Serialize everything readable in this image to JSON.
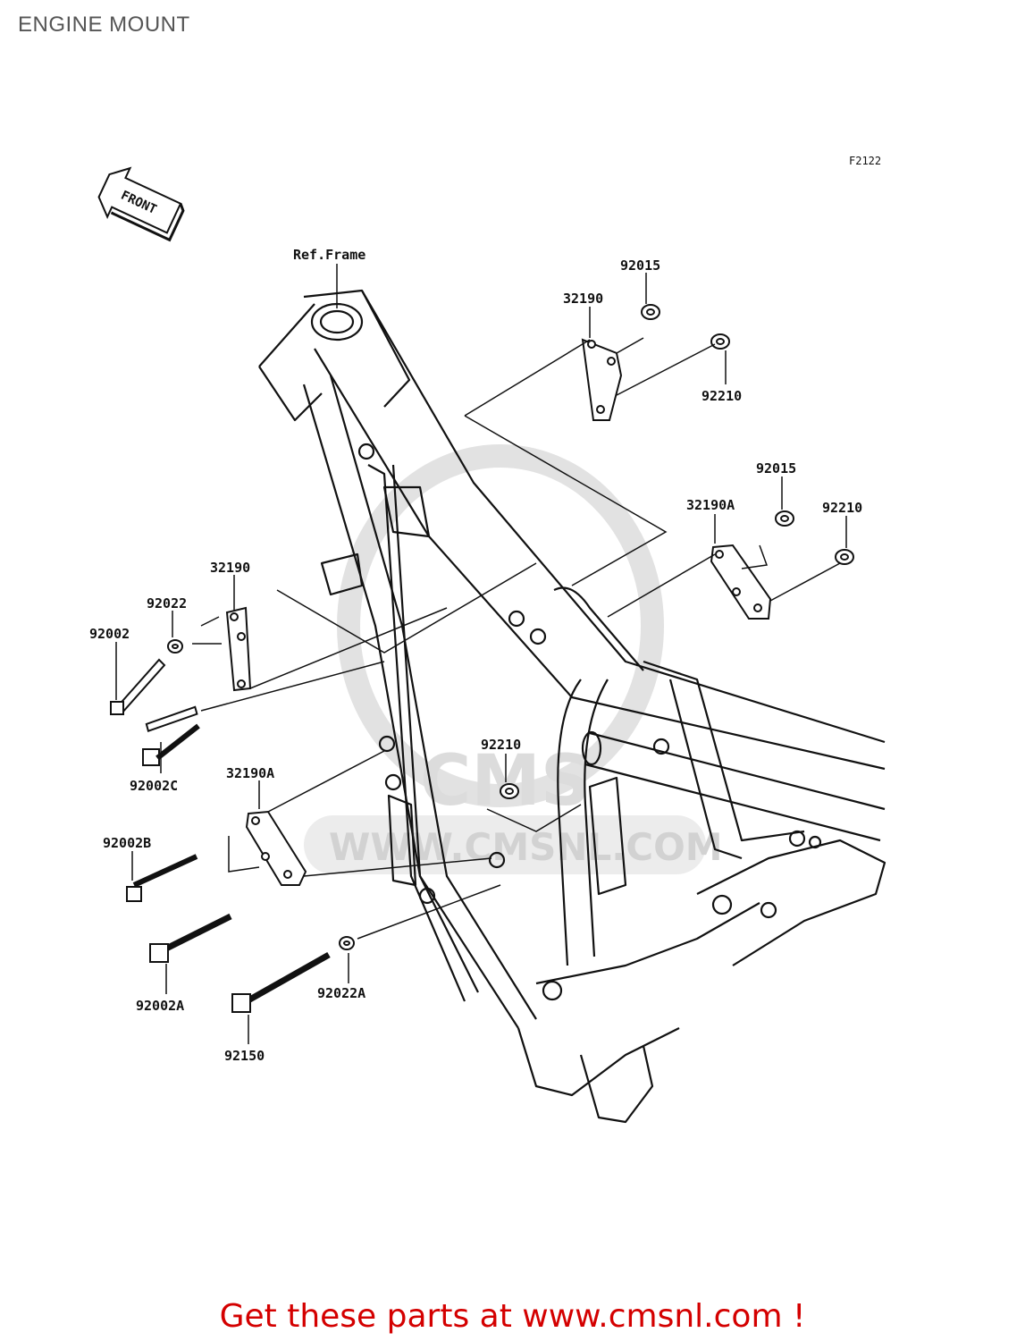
{
  "title": "ENGINE MOUNT",
  "figure_code": "F2122",
  "front_arrow": "FRONT",
  "ref_frame": "Ref.Frame",
  "watermark": {
    "brand": "CMS",
    "url": "WWW.CMSNL.COM"
  },
  "parts": {
    "p92015_top": "92015",
    "p32190_top": "32190",
    "p92210_top": "92210",
    "p92015_mid": "92015",
    "p32190A_mid": "32190A",
    "p92210_mid": "92210",
    "p32190_left": "32190",
    "p92022": "92022",
    "p92002": "92002",
    "p92002C": "92002C",
    "p92210_low": "92210",
    "p32190A_left": "32190A",
    "p92002B": "92002B",
    "p92002A": "92002A",
    "p92022A": "92022A",
    "p92150": "92150"
  },
  "footer": "Get these parts at www.cmsnl.com !",
  "colors": {
    "cta": "#d40000",
    "line": "#111111"
  }
}
